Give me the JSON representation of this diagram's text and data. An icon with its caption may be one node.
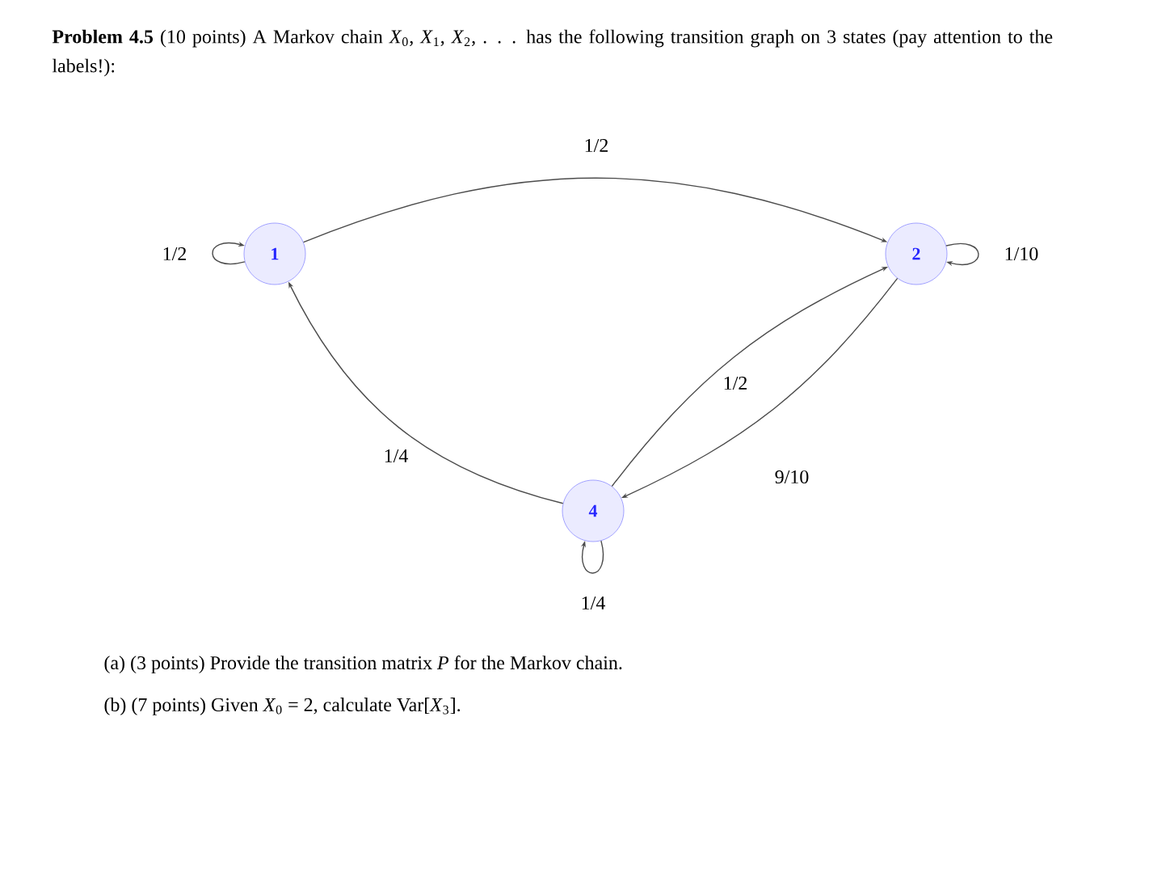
{
  "diagram": {
    "title": "**Problem 4.5** (10 points) A Markov chain *X*$_{0}$, *X*$_{1}$, *X*$_{2}$, . . . has the following transition graph on 3 states (pay attention to the labels!):",
    "nodes": [
      {
        "text": [
          "1"
        ]
      },
      {
        "text": [
          "2"
        ]
      },
      {
        "text": [
          "4"
        ]
      }
    ],
    "edges": [
      {
        "from": 0,
        "to": 0,
        "arrow": "to",
        "label": "1/2"
      },
      {
        "from": 0,
        "to": 1,
        "arrow": "to",
        "label": "1/2"
      },
      {
        "from": 1,
        "to": 1,
        "arrow": "to",
        "label": "1/10"
      },
      {
        "from": 2,
        "to": 1,
        "arrow": "to",
        "label": "1/2"
      },
      {
        "from": 1,
        "to": 2,
        "arrow": "to",
        "label": "9/10"
      },
      {
        "from": 2,
        "to": 0,
        "arrow": "to",
        "label": "1/4"
      },
      {
        "from": 2,
        "to": 2,
        "arrow": "to",
        "label": "1/4"
      }
    ],
    "labels": [
      "(a) (3 points) Provide the transition matrix *P* for the Markov chain.",
      "(b) (7 points) Given *X*$_{0}$ = 2, calculate Var[*X*$_{3}$]."
    ]
  }
}
